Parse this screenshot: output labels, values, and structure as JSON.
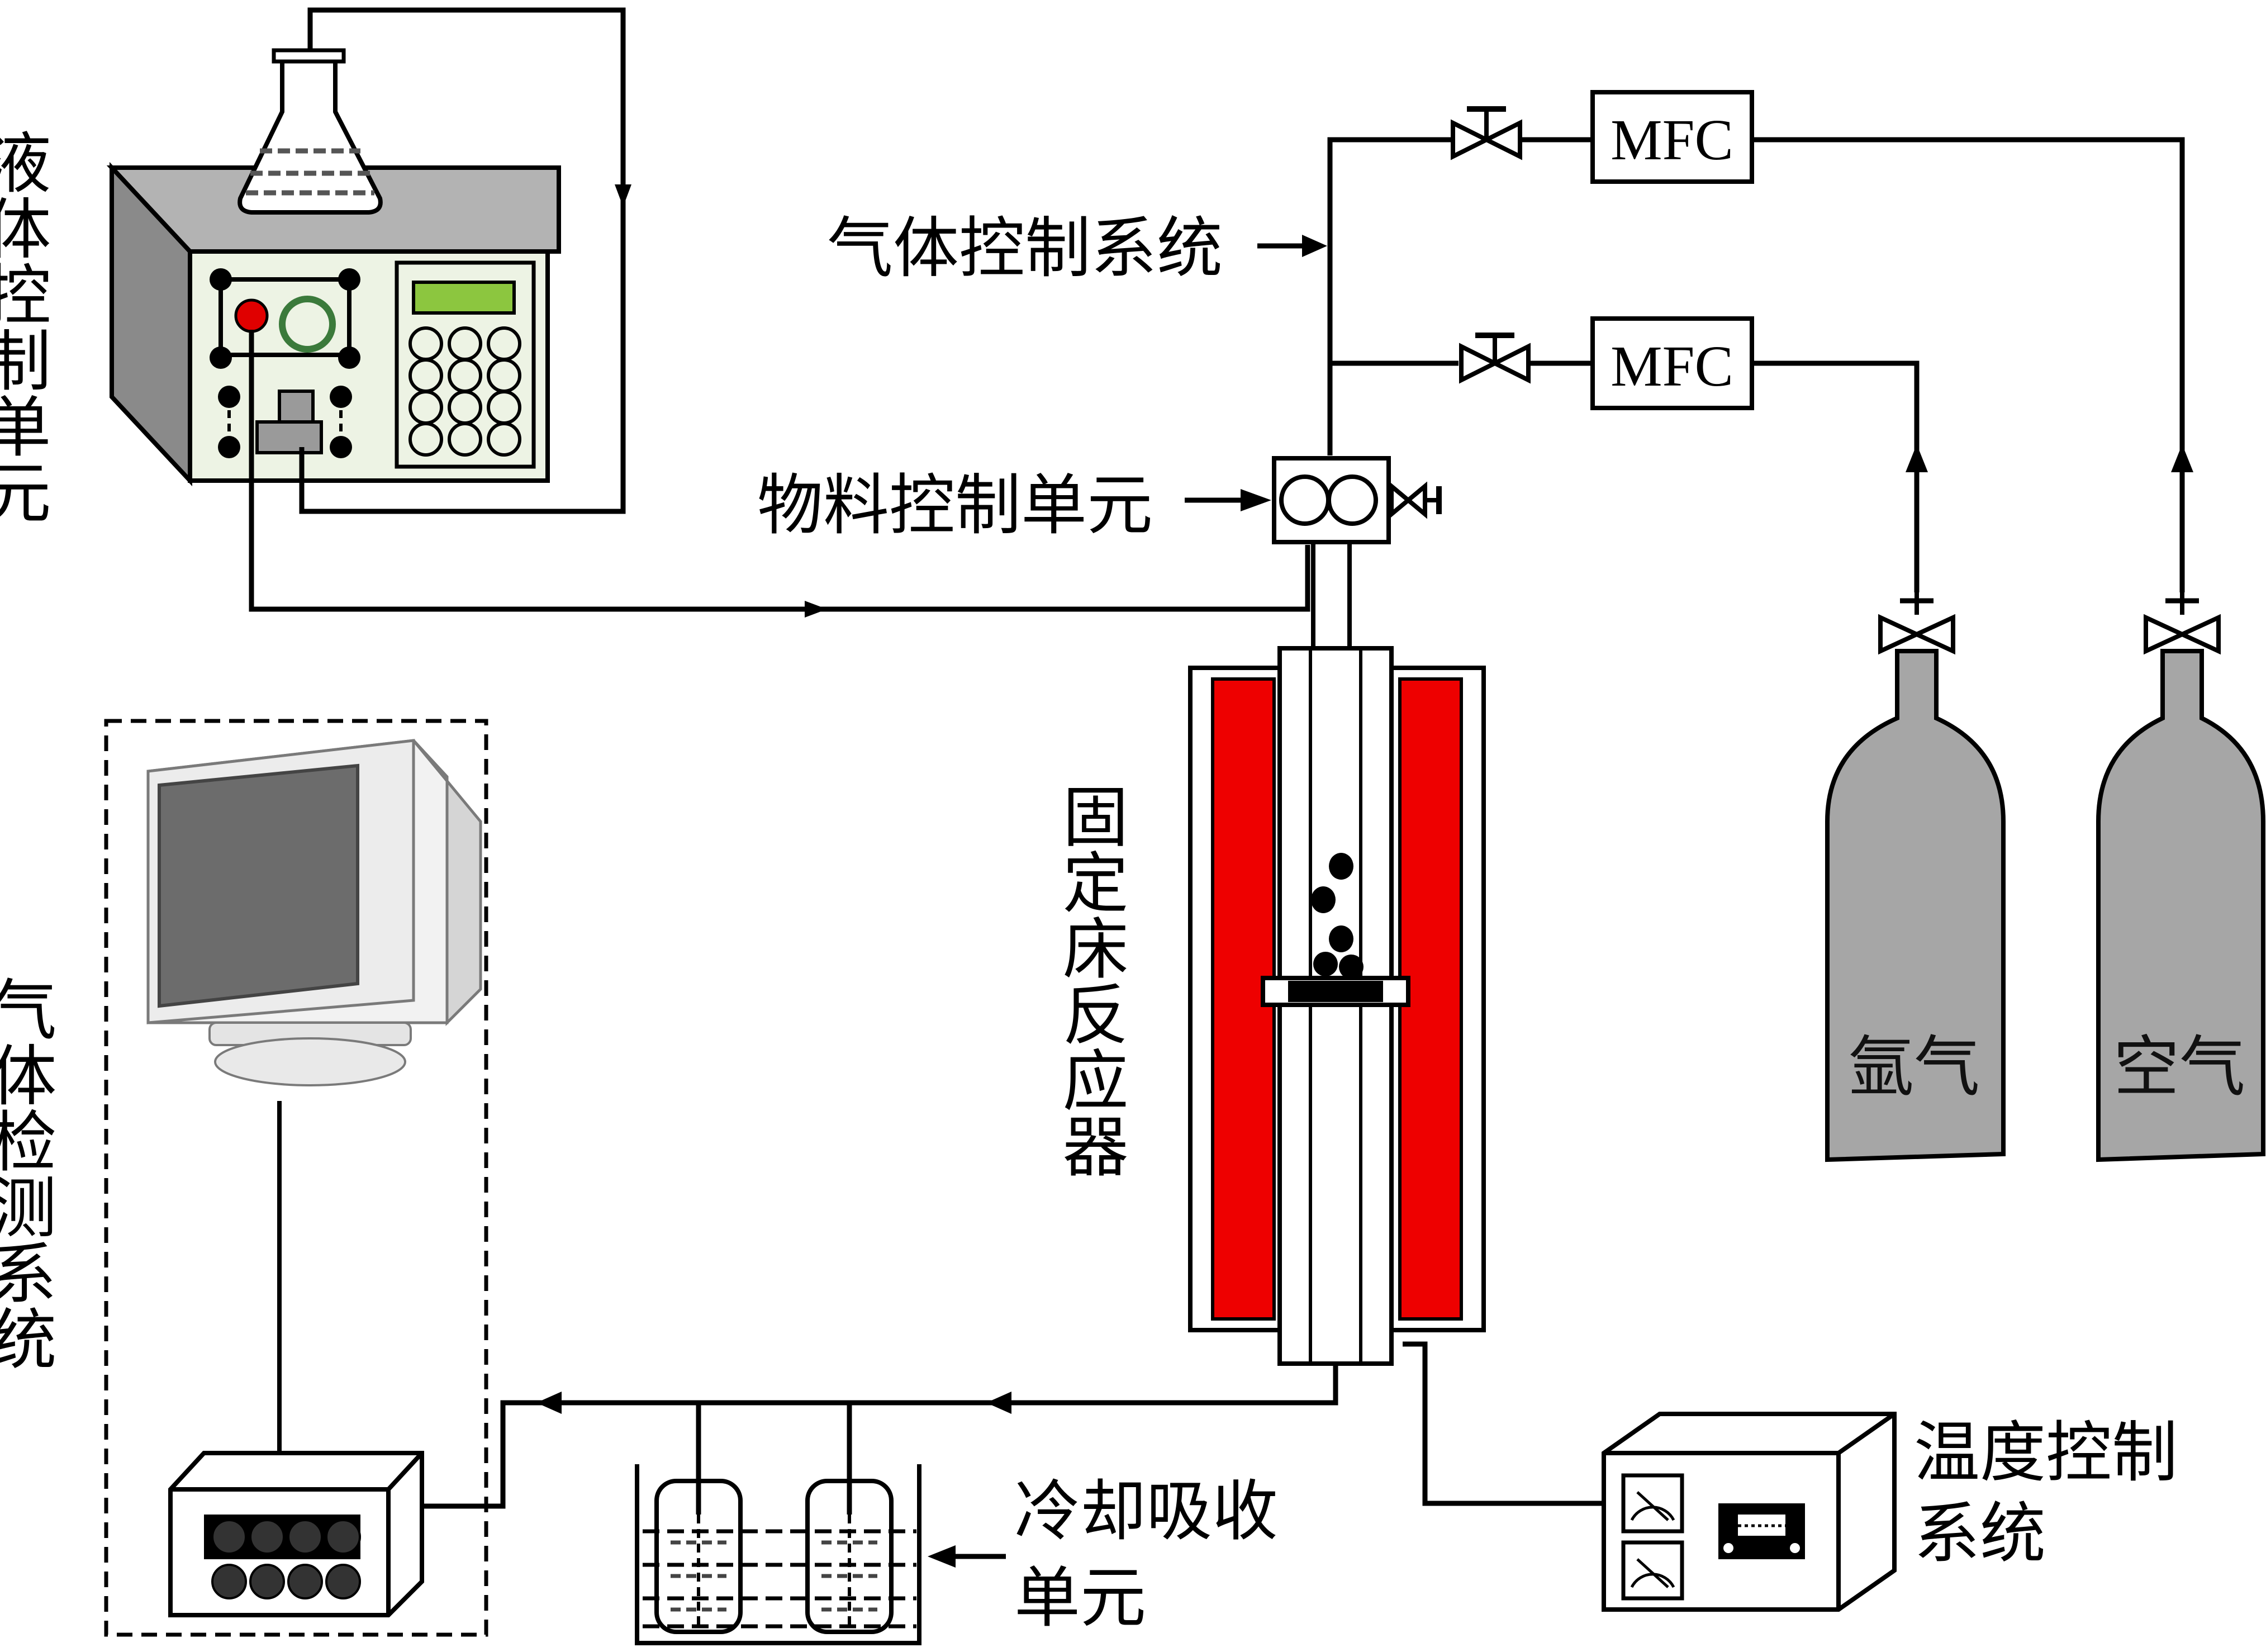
{
  "labels": {
    "liquid_control_unit": "液体控制单元",
    "gas_control_system": "气体控制系统",
    "material_control_unit": "物料控制单元",
    "fixed_bed_reactor": "固定床反应器",
    "gas_detection_system": "气体检测系统",
    "temperature_control_line1": "温度控制",
    "temperature_control_line2": "系统",
    "cooling_absorption_line1": "冷却吸收",
    "cooling_absorption_line2": "单元"
  },
  "mfc": {
    "upper": "MFC",
    "lower": "MFC"
  },
  "cylinders": {
    "argon": "氩气",
    "air": "空气"
  },
  "colors": {
    "heater_red": "#ee0000",
    "cylinder_gray": "#a6a6a6",
    "lcd_green": "#8cc63f",
    "pump_red": "#e00000",
    "pump_ring_green": "#3b7a3b",
    "pump_body": "#9a9a9a",
    "pump_face": "#edf3e4"
  }
}
